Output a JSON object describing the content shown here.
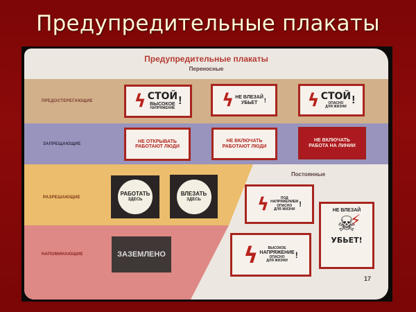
{
  "slide": {
    "title": "Предупредительные плакаты",
    "background_color": "#8c0a0a"
  },
  "poster": {
    "title": "Предупредительные плакаты",
    "portable_label": "Переносные",
    "permanent_label": "Постоянные",
    "page_number": "17",
    "rows": [
      {
        "label": "Предостерегающие",
        "color": "#d2b08a",
        "signs": [
          {
            "line1": "СТОЙ",
            "line2": "ВЫСОКОЕ",
            "line3": "НАПРЯЖЕНИЕ",
            "mark": "!"
          },
          {
            "line1": "НЕ ВЛЕЗАЙ",
            "line2": "УБЬЕТ",
            "mark": "!"
          },
          {
            "line1": "СТОЙ",
            "line2": "ОПАСНО",
            "line3": "ДЛЯ ЖИЗНИ",
            "mark": "!"
          }
        ]
      },
      {
        "label": "Запрещающие",
        "color": "#9994bd",
        "signs": [
          {
            "line1": "НЕ ОТКРЫВАТЬ",
            "line2": "РАБОТАЮТ ЛЮДИ"
          },
          {
            "line1": "НЕ ВКЛЮЧАТЬ",
            "line2": "РАБОТАЮТ ЛЮДИ"
          },
          {
            "line1": "НЕ ВКЛЮЧАТЬ",
            "line2": "РАБОТА НА ЛИНИИ"
          }
        ]
      },
      {
        "label": "Разрешающие",
        "color": "#ecbd6c",
        "signs": [
          {
            "line1": "РАБОТАТЬ",
            "line2": "ЗДЕСЬ"
          },
          {
            "line1": "ВЛЕЗАТЬ",
            "line2": "ЗДЕСЬ"
          }
        ]
      },
      {
        "label": "Напоминающие",
        "color": "#de8985",
        "signs": [
          {
            "line1": "ЗАЗЕМЛЕНО"
          }
        ]
      }
    ],
    "permanent_signs": [
      {
        "line1": "ПОД",
        "line2": "НАПРЯЖЕНИЕМ",
        "line3": "ОПАСНО",
        "line4": "ДЛЯ ЖИЗНИ",
        "mark": "!"
      },
      {
        "line1": "ВЫСОКОЕ",
        "line2": "НАПРЯЖЕНИЕ",
        "line3": "ОПАСНО",
        "line4": "ДЛЯ ЖИЗНИ",
        "mark": "!"
      },
      {
        "top": "НЕ ВЛЕЗАЙ",
        "bottom": "УБЬЕТ!",
        "icon": "skull-lightning-icon"
      }
    ],
    "icons": {
      "bolt": "ϟ",
      "skull": "☠",
      "zap": "⚡"
    }
  }
}
